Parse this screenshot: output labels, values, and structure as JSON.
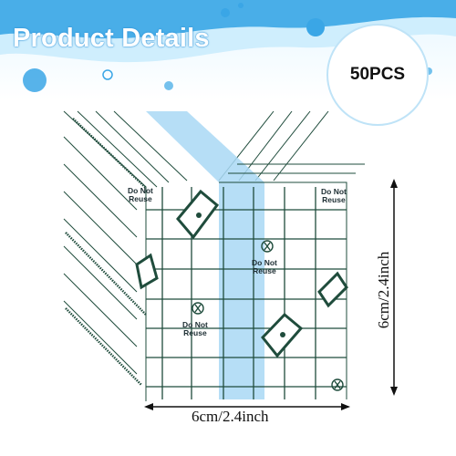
{
  "header": {
    "title": "Product Details",
    "badge": "50PCS"
  },
  "product": {
    "label_line1": "Do Not",
    "label_line2": "Reuse",
    "width_label": "6cm/2.4inch",
    "height_label": "6cm/2.4inch"
  },
  "colors": {
    "banner_blue": "#3aa6e6",
    "banner_light": "#cfeefd",
    "film_blue": "#a9d8f5",
    "grid_green": "#1f4c3c"
  },
  "icons": [
    "bubble-decoration",
    "hand-icon",
    "hourglass-icon",
    "double-arrow-icon"
  ]
}
